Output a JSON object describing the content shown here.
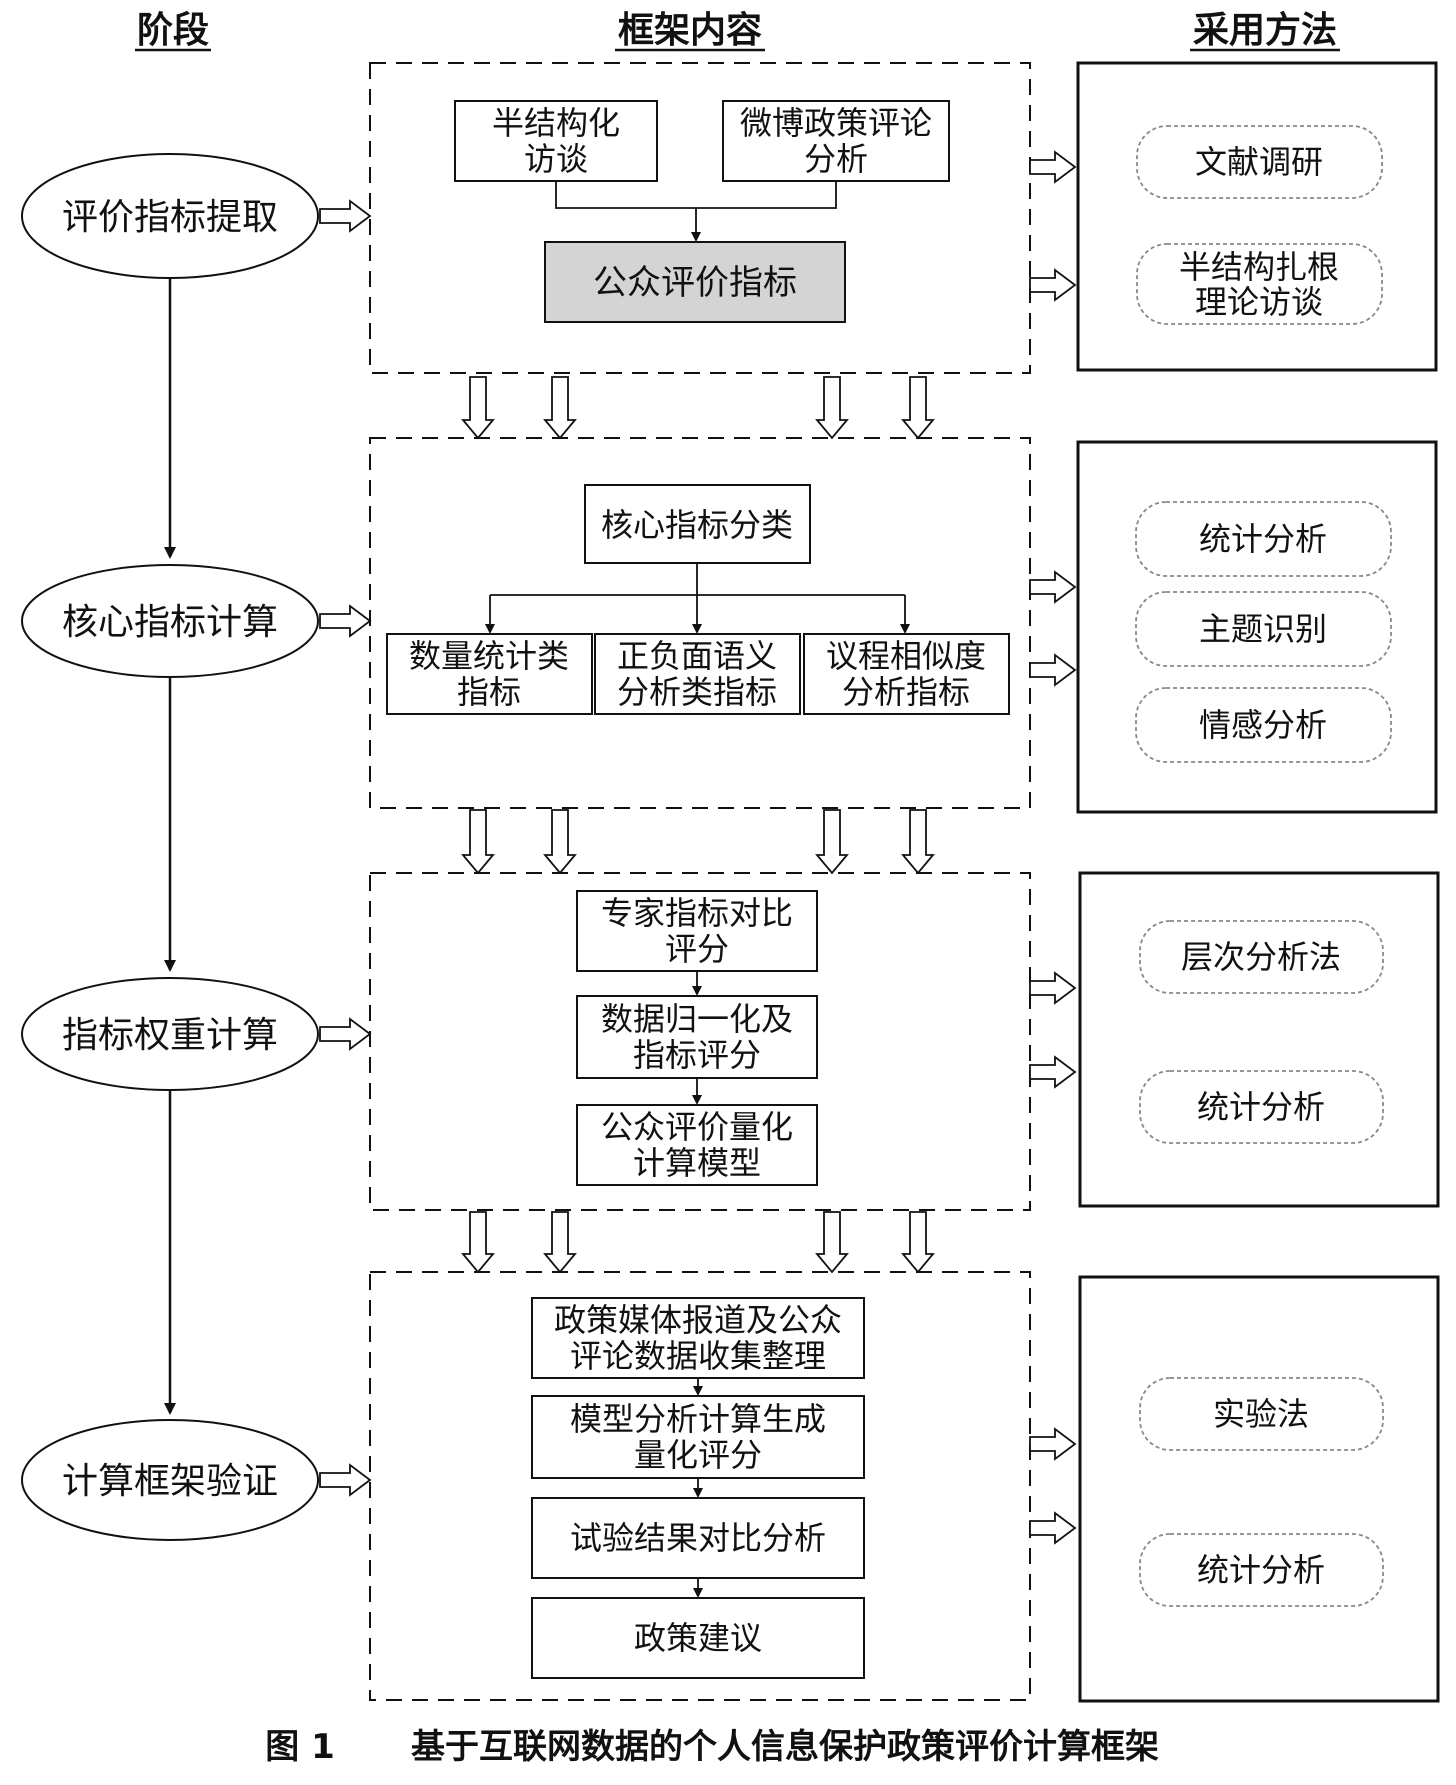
{
  "headers": {
    "stage": "阶段",
    "content": "框架内容",
    "method": "采用方法"
  },
  "stages": [
    {
      "label": "评价指标提取",
      "content": {
        "top": [
          [
            "半结构化",
            "访谈"
          ],
          [
            "微博政策评论",
            "分析"
          ]
        ],
        "result": "公众评价指标"
      },
      "methods": [
        [
          "文献调研"
        ],
        [
          "半结构扎根",
          "理论访谈"
        ]
      ]
    },
    {
      "label": "核心指标计算",
      "content": {
        "top": "核心指标分类",
        "children": [
          [
            "数量统计类",
            "指标"
          ],
          [
            "正负面语义",
            "分析类指标"
          ],
          [
            "议程相似度",
            "分析指标"
          ]
        ]
      },
      "methods": [
        [
          "统计分析"
        ],
        [
          "主题识别"
        ],
        [
          "情感分析"
        ]
      ]
    },
    {
      "label": "指标权重计算",
      "content": {
        "chain": [
          [
            "专家指标对比",
            "评分"
          ],
          [
            "数据归一化及",
            "指标评分"
          ],
          [
            "公众评价量化",
            "计算模型"
          ]
        ]
      },
      "methods": [
        [
          "层次分析法"
        ],
        [
          "统计分析"
        ]
      ]
    },
    {
      "label": "计算框架验证",
      "content": {
        "chain": [
          [
            "政策媒体报道及公众",
            "评论数据收集整理"
          ],
          [
            "模型分析计算生成",
            "量化评分"
          ],
          [
            "试验结果对比分析"
          ],
          [
            "政策建议"
          ]
        ]
      },
      "methods": [
        [
          "实验法"
        ],
        [
          "统计分析"
        ]
      ]
    }
  ],
  "caption": {
    "number": "图 1",
    "title": "基于互联网数据的个人信息保护政策评价计算框架"
  }
}
